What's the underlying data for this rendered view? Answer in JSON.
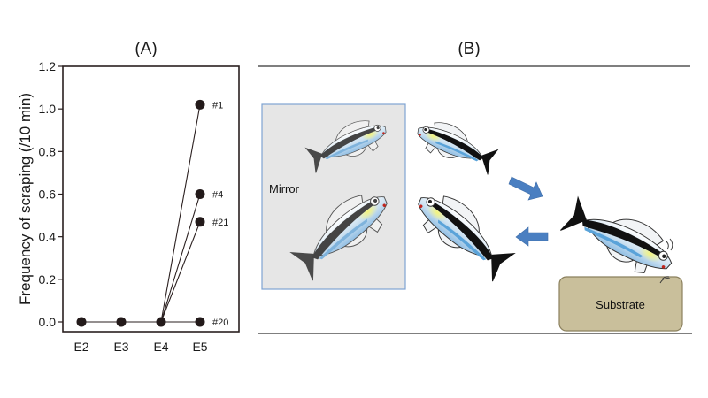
{
  "panels": {
    "a_label": "(A)",
    "b_label": "(B)"
  },
  "chart_data": {
    "type": "line",
    "title": "(A)",
    "xlabel": "",
    "ylabel": "Frequency of scraping (/10 min)",
    "categories": [
      "E2",
      "E3",
      "E4",
      "E5"
    ],
    "ylim": [
      0.0,
      1.2
    ],
    "yticks": [
      0.0,
      0.2,
      0.4,
      0.6,
      0.8,
      1.0,
      1.2
    ],
    "ytick_labels": [
      "0.0",
      "0.2",
      "0.4",
      "0.6",
      "0.8",
      "1.0",
      "1.2"
    ],
    "grid": false,
    "legend": "none",
    "series": [
      {
        "name": "#1",
        "values": [
          0.0,
          0.0,
          0.0,
          1.02
        ]
      },
      {
        "name": "#4",
        "values": [
          0.0,
          0.0,
          0.0,
          0.6
        ]
      },
      {
        "name": "#21",
        "values": [
          0.0,
          0.0,
          0.0,
          0.47
        ]
      },
      {
        "name": "#20",
        "values": [
          0.0,
          0.0,
          0.0,
          0.0
        ]
      }
    ],
    "annotations": [
      "#1",
      "#4",
      "#21",
      "#20"
    ]
  },
  "diagram": {
    "mirror_label": "Mirror",
    "substrate_label": "Substrate",
    "colors": {
      "mirror_fill": "#e6e6e6",
      "mirror_border": "#7ea3d3",
      "substrate_fill": "#c9bf9b",
      "substrate_border": "#8b805d",
      "arrow": "#4a7fc1",
      "fish_stripe": "#111111",
      "fish_blue": "#5aa3d9",
      "fish_yellow": "#eef08a",
      "rule": "#555555"
    }
  }
}
